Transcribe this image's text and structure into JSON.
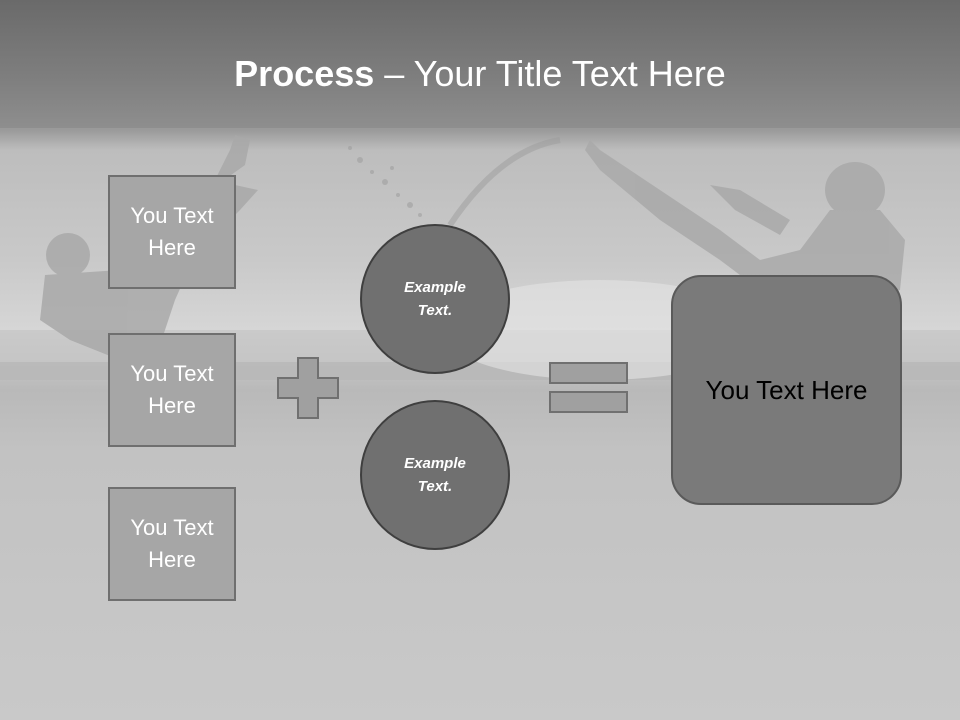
{
  "title": {
    "bold": "Process",
    "dash": " – ",
    "rest": "Your Title Text Here"
  },
  "inputs": [
    {
      "label": "You Text Here"
    },
    {
      "label": "You Text Here"
    },
    {
      "label": "You Text Here"
    }
  ],
  "circles": [
    {
      "label": "Example Text."
    },
    {
      "label": "Example Text."
    }
  ],
  "result": {
    "label": "You Text Here"
  },
  "operators": {
    "plus": "plus-icon",
    "equals": "equals-icon"
  },
  "colors": {
    "title_text": "#ffffff",
    "box_fill": "#a6a6a6",
    "circle_fill": "#707070",
    "result_fill": "#7a7a7a",
    "operator_fill": "#a0a0a0"
  }
}
